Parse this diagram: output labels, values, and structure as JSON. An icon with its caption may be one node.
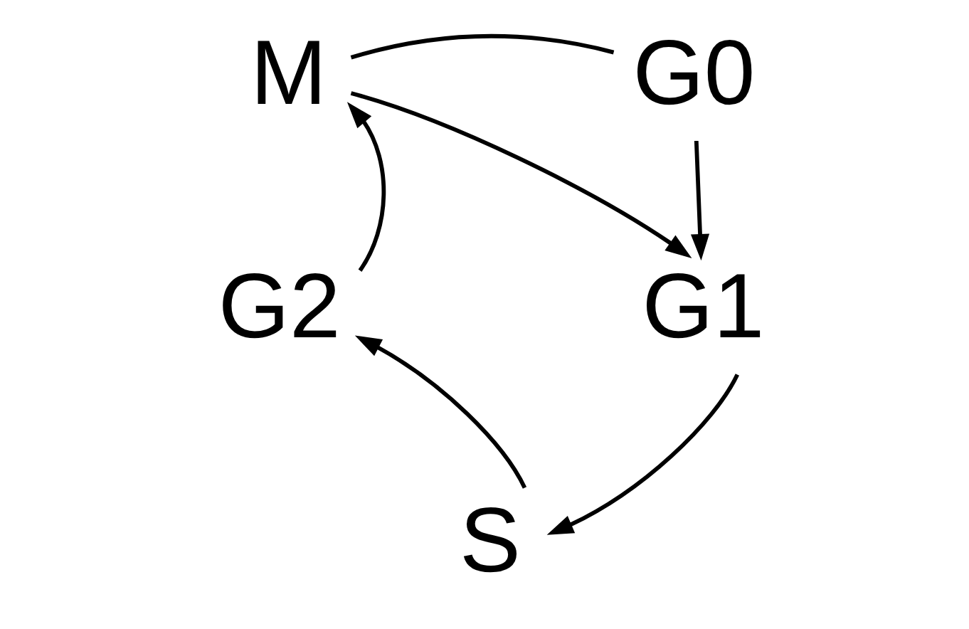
{
  "diagram": {
    "nodes": [
      {
        "text": [
          "M"
        ]
      },
      {
        "text": [
          "G0"
        ]
      },
      {
        "text": [
          "G2"
        ]
      },
      {
        "text": [
          "G1"
        ]
      },
      {
        "text": [
          "S"
        ]
      }
    ],
    "edges": [
      {
        "from": 2,
        "to": 0,
        "arrow": "to"
      },
      {
        "from": 0,
        "to": 3,
        "arrow": "to"
      },
      {
        "from": 3,
        "to": 4,
        "arrow": "to"
      },
      {
        "from": 4,
        "to": 2,
        "arrow": "to"
      },
      {
        "from": 1,
        "to": 3,
        "arrow": "to"
      },
      {
        "from": 0,
        "to": 1,
        "arrow": "none"
      }
    ]
  }
}
